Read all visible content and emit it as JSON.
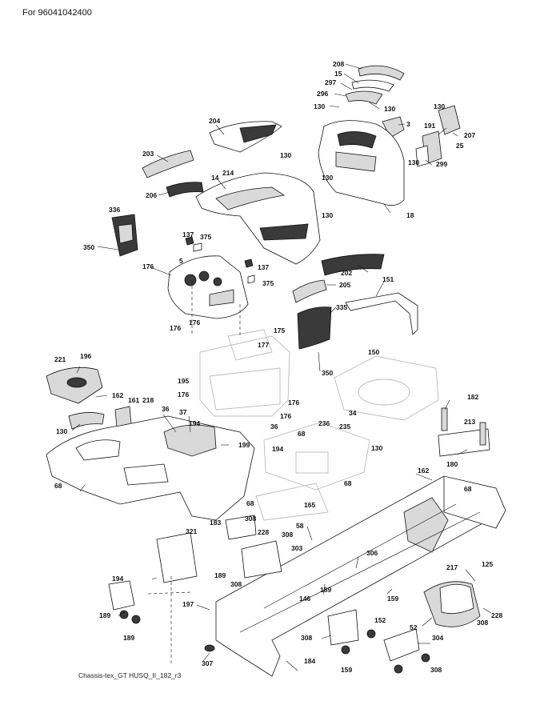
{
  "header": {
    "model_label": "For 96041042400"
  },
  "footer": {
    "drawing_id": "Chassis-tex_GT HUSQ_II_182_r3"
  },
  "callouts": [
    "208",
    "15",
    "297",
    "296",
    "130",
    "130",
    "3",
    "130",
    "191",
    "207",
    "25",
    "130",
    "299",
    "204",
    "130",
    "214",
    "203",
    "14",
    "206",
    "130",
    "130",
    "18",
    "336",
    "137",
    "375",
    "350",
    "5",
    "137",
    "176",
    "375",
    "202",
    "205",
    "151",
    "335",
    "176",
    "176",
    "176",
    "175",
    "177",
    "350",
    "150",
    "221",
    "196",
    "162",
    "161",
    "195",
    "176",
    "176",
    "182",
    "213",
    "218",
    "36",
    "37",
    "194",
    "36",
    "68",
    "236",
    "235",
    "34",
    "130",
    "130",
    "199",
    "194",
    "68",
    "68",
    "162",
    "180",
    "68",
    "68",
    "165",
    "183",
    "308",
    "321",
    "58",
    "228",
    "308",
    "303",
    "306",
    "194",
    "189",
    "308",
    "189",
    "146",
    "125",
    "217",
    "189",
    "197",
    "159",
    "228",
    "52",
    "152",
    "308",
    "189",
    "308",
    "304",
    "307",
    "184",
    "159",
    "308",
    "308"
  ]
}
